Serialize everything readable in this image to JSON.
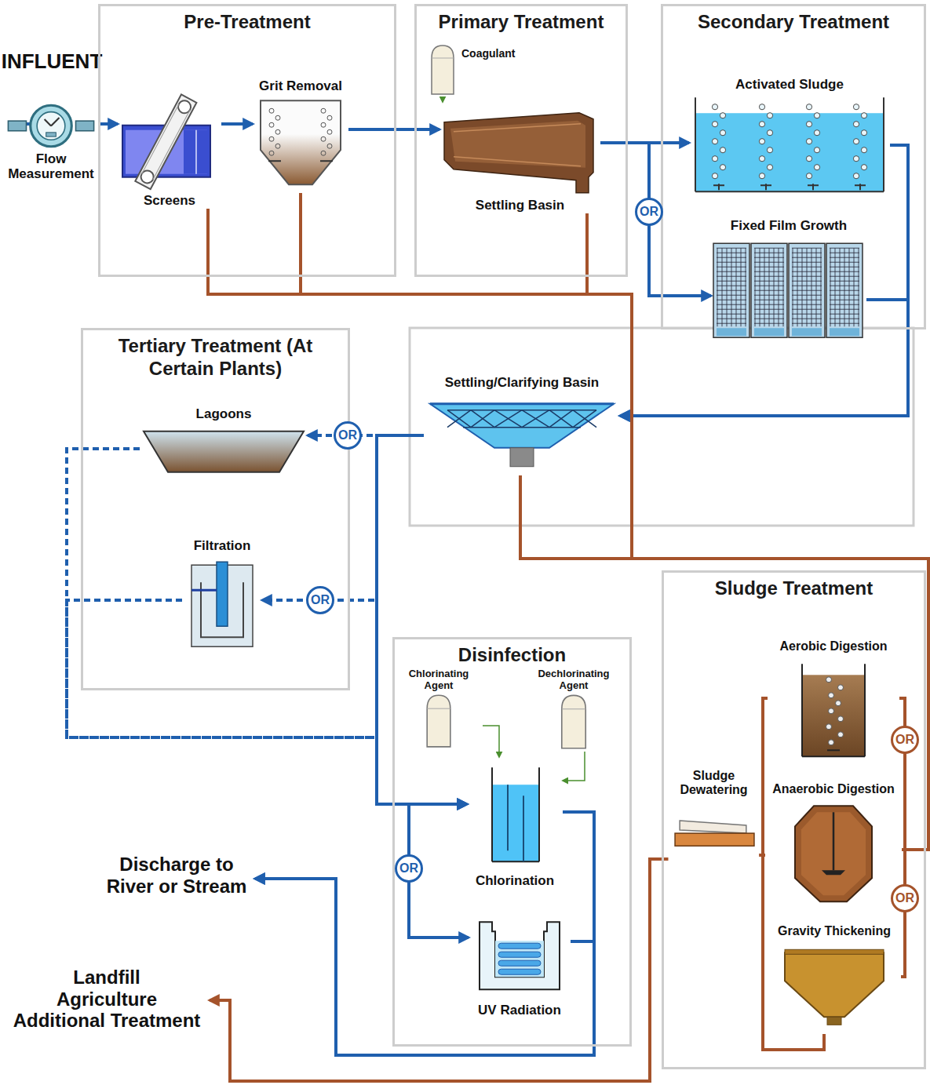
{
  "diagram": {
    "nodes": [
      {
        "text": [
          "INFLUENT"
        ]
      },
      {
        "text": [
          "Flow Measurement"
        ]
      },
      {
        "text": [
          "Pre-Treatment"
        ]
      },
      {
        "text": [
          "Screens"
        ],
        "in": 2
      },
      {
        "text": [
          "Grit Removal"
        ],
        "in": 2
      },
      {
        "text": [
          "Primary Treatment"
        ]
      },
      {
        "text": [
          "Coagulant"
        ],
        "in": 5
      },
      {
        "text": [
          "Settling Basin"
        ],
        "in": 5
      },
      {
        "text": [
          "Secondary Treatment"
        ]
      },
      {
        "text": [
          "Activated Sludge"
        ],
        "in": 8
      },
      {
        "text": [
          "Fixed Film Growth"
        ],
        "in": 8
      },
      {
        "text": [
          "Tertiary Treatment (At Certain Plants)"
        ]
      },
      {
        "text": [
          "Lagoons"
        ],
        "in": 11
      },
      {
        "text": [
          "Filtration"
        ],
        "in": 11
      },
      {
        "text": [
          "Settling/Clarifying Basin"
        ]
      },
      {
        "text": [
          "Disinfection"
        ]
      },
      {
        "text": [
          "Chlorinating Agent"
        ],
        "in": 15
      },
      {
        "text": [
          "Dechlorinating Agent"
        ],
        "in": 15
      },
      {
        "text": [
          "Chlorination"
        ],
        "in": 15
      },
      {
        "text": [
          "UV Radiation"
        ],
        "in": 15
      },
      {
        "text": [
          "Discharge to River or Stream"
        ]
      },
      {
        "text": [
          "Sludge Treatment"
        ]
      },
      {
        "text": [
          "Aerobic Digestion"
        ],
        "in": 21
      },
      {
        "text": [
          "Sludge Dewatering"
        ],
        "in": 21
      },
      {
        "text": [
          "Anaerobic Digestion"
        ],
        "in": 21
      },
      {
        "text": [
          "Gravity Thickening"
        ],
        "in": 21
      },
      {
        "text": [
          "Landfill",
          "Agriculture",
          "Additional Treatment"
        ]
      }
    ],
    "edges": [
      {
        "from": 1,
        "to": 3,
        "arrow": "to"
      },
      {
        "from": 3,
        "to": 4,
        "arrow": "to"
      },
      {
        "from": 4,
        "to": 7,
        "arrow": "to"
      },
      {
        "from": 6,
        "to": 7,
        "arrow": "to"
      },
      {
        "from": 7,
        "to": 9,
        "arrow": "to"
      },
      {
        "from": 7,
        "to": 10,
        "arrow": "to"
      },
      {
        "from": 9,
        "to": 14,
        "arrow": "to"
      },
      {
        "from": 10,
        "to": 14,
        "arrow": "to"
      },
      {
        "from": 14,
        "to": 12,
        "arrow": "to"
      },
      {
        "from": 14,
        "to": 13,
        "arrow": "to"
      },
      {
        "from": 12,
        "to": 18,
        "arrow": "to"
      },
      {
        "from": 13,
        "to": 18,
        "arrow": "to"
      },
      {
        "from": 14,
        "to": 18,
        "arrow": "to"
      },
      {
        "from": 14,
        "to": 19,
        "arrow": "to"
      },
      {
        "from": 16,
        "to": 18,
        "arrow": "to"
      },
      {
        "from": 17,
        "to": 18,
        "arrow": "to"
      },
      {
        "from": 18,
        "to": 20,
        "arrow": "to"
      },
      {
        "from": 19,
        "to": 20,
        "arrow": "to"
      },
      {
        "from": 3,
        "to": 24,
        "arrow": "none"
      },
      {
        "from": 4,
        "to": 24,
        "arrow": "none"
      },
      {
        "from": 7,
        "to": 24,
        "arrow": "none"
      },
      {
        "from": 14,
        "to": 24,
        "arrow": "none"
      },
      {
        "from": 22,
        "to": 25,
        "arrow": "none"
      },
      {
        "from": 22,
        "to": 23,
        "arrow": "none"
      },
      {
        "from": 24,
        "to": 23,
        "arrow": "none"
      },
      {
        "from": 25,
        "to": 23,
        "arrow": "none"
      },
      {
        "from": 23,
        "to": 26,
        "arrow": "to"
      }
    ],
    "labels": [
      "OR",
      "OR",
      "OR",
      "OR",
      "OR",
      "OR"
    ]
  }
}
